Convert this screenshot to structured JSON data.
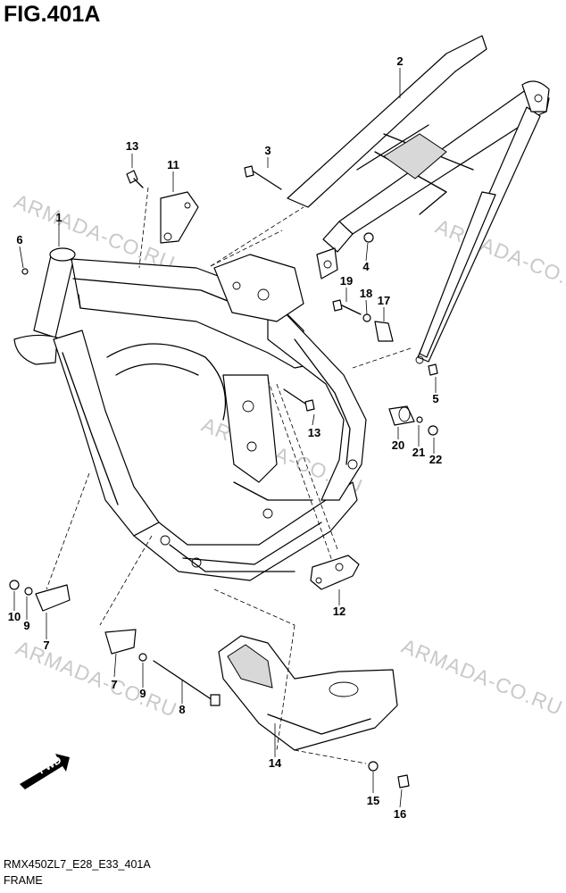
{
  "title": "FIG.401A",
  "footer": {
    "code": "RMX450ZL7_E28_E33_401A",
    "name": "FRAME"
  },
  "watermark": "ARMADA-CO.RU",
  "fwd_label": "FWD",
  "callouts": [
    "1",
    "2",
    "3",
    "4",
    "5",
    "6",
    "7",
    "7",
    "8",
    "9",
    "9",
    "10",
    "11",
    "12",
    "13",
    "13",
    "14",
    "15",
    "16",
    "17",
    "18",
    "19",
    "20",
    "21",
    "22"
  ]
}
